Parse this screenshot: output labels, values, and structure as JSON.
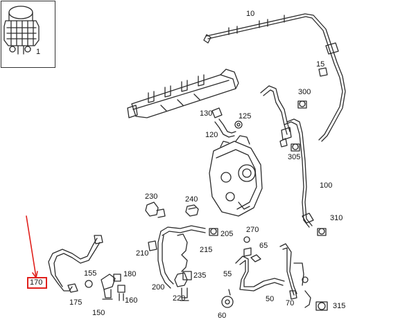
{
  "colors": {
    "line": "#2b2b2b",
    "highlight": "#e0201c",
    "background": "#ffffff"
  },
  "callouts": {
    "c1": "1",
    "c10": "10",
    "c15": "15",
    "c55": "55",
    "c60": "60",
    "c65": "65",
    "c70": "70",
    "c100": "100",
    "c120": "120",
    "c125": "125",
    "c130": "130",
    "c150": "150",
    "c155": "155",
    "c160": "160",
    "c170": "170",
    "c175": "175",
    "c180": "180",
    "c200": "200",
    "c205": "205",
    "c210": "210",
    "c215": "215",
    "c220": "220",
    "c230": "230",
    "c235": "235",
    "c240": "240",
    "c270": "270",
    "c300": "300",
    "c305": "305",
    "c310": "310",
    "c315": "315",
    "c50": "50"
  },
  "highlighted_part": "170",
  "icons": {
    "arrow": "red-pointer-arrow-icon"
  }
}
